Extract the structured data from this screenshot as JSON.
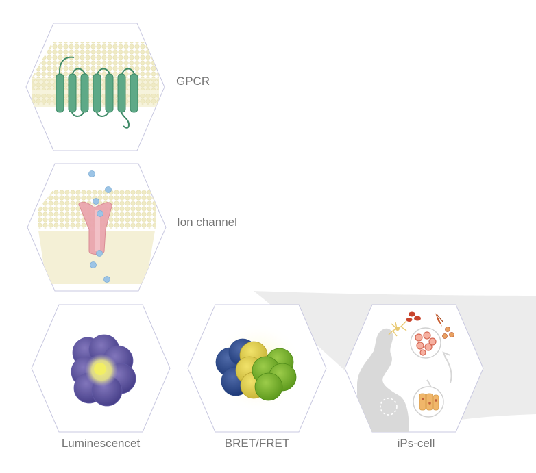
{
  "tiles": [
    {
      "id": "gpcr",
      "label": "GPCR",
      "icon": "gpcr-receptor-icon"
    },
    {
      "id": "ion-channel",
      "label": "Ion channel",
      "icon": "ion-channel-icon"
    },
    {
      "id": "luminescence",
      "label": "Luminescencet",
      "icon": "luminescence-cluster-icon"
    },
    {
      "id": "bret-fret",
      "label": "BRET/FRET",
      "icon": "bret-fret-cluster-icon"
    },
    {
      "id": "ips-cell",
      "label": "iPs-cell",
      "icon": "ips-cell-cycle-icon"
    }
  ],
  "colors": {
    "hex_border": "#c8c8e0",
    "label_text": "#757575",
    "membrane": "#ece7bd",
    "receptor": "#5ea987",
    "channel": "#e8a0a8",
    "ion": "#9cc4e6",
    "swoosh": "#ececec"
  }
}
